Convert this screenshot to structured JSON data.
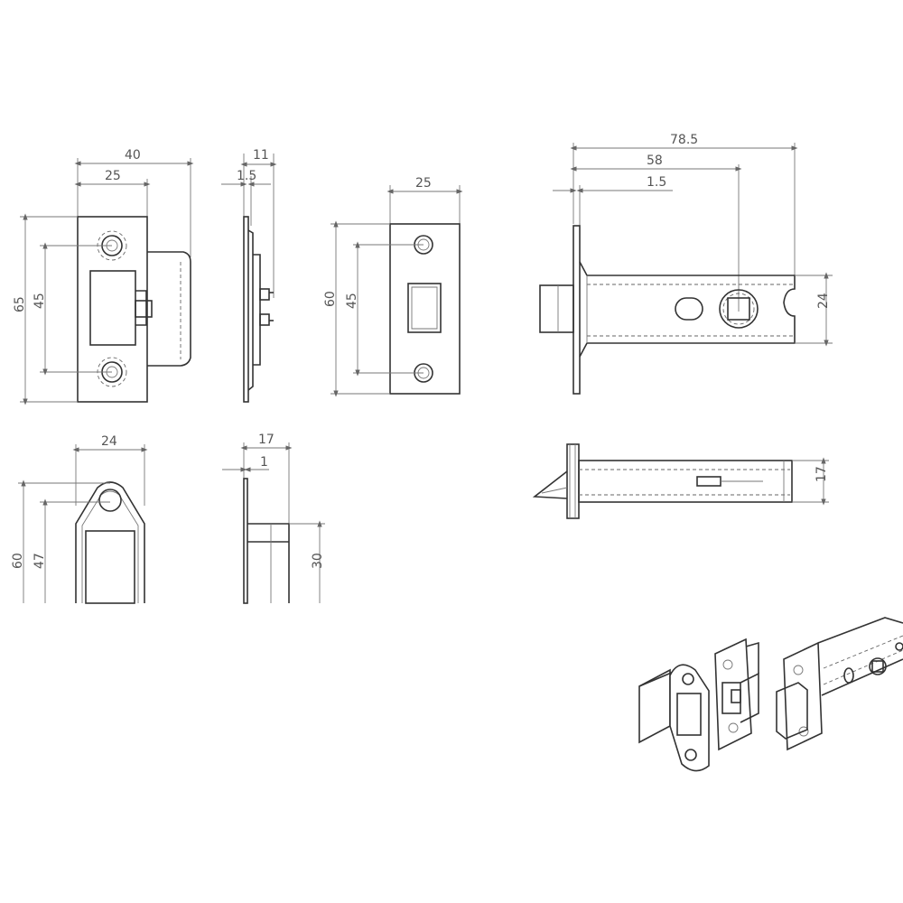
{
  "strike_plate_front": {
    "width_40": "40",
    "width_25": "25",
    "height_65": "65",
    "holes_45": "45"
  },
  "strike_plate_side": {
    "depth_11": "11",
    "flange_1_5": "1.5"
  },
  "forend_front": {
    "width_25": "25",
    "height_60": "60",
    "holes_45": "45"
  },
  "latch_body_side": {
    "backset_78_5": "78.5",
    "backset_58": "58",
    "flange_1_5": "1.5",
    "height_24": "24"
  },
  "keep_front": {
    "width_24": "24",
    "height_60": "60",
    "height_47": "47"
  },
  "keep_side": {
    "depth_17": "17",
    "flange_1": "1",
    "height_30": "30"
  },
  "latch_body_top": {
    "height_17": "17"
  },
  "icons": [
    "strike-plate-icon",
    "keep-box-icon",
    "latch-bolt-icon",
    "isometric-assembly-icon"
  ]
}
